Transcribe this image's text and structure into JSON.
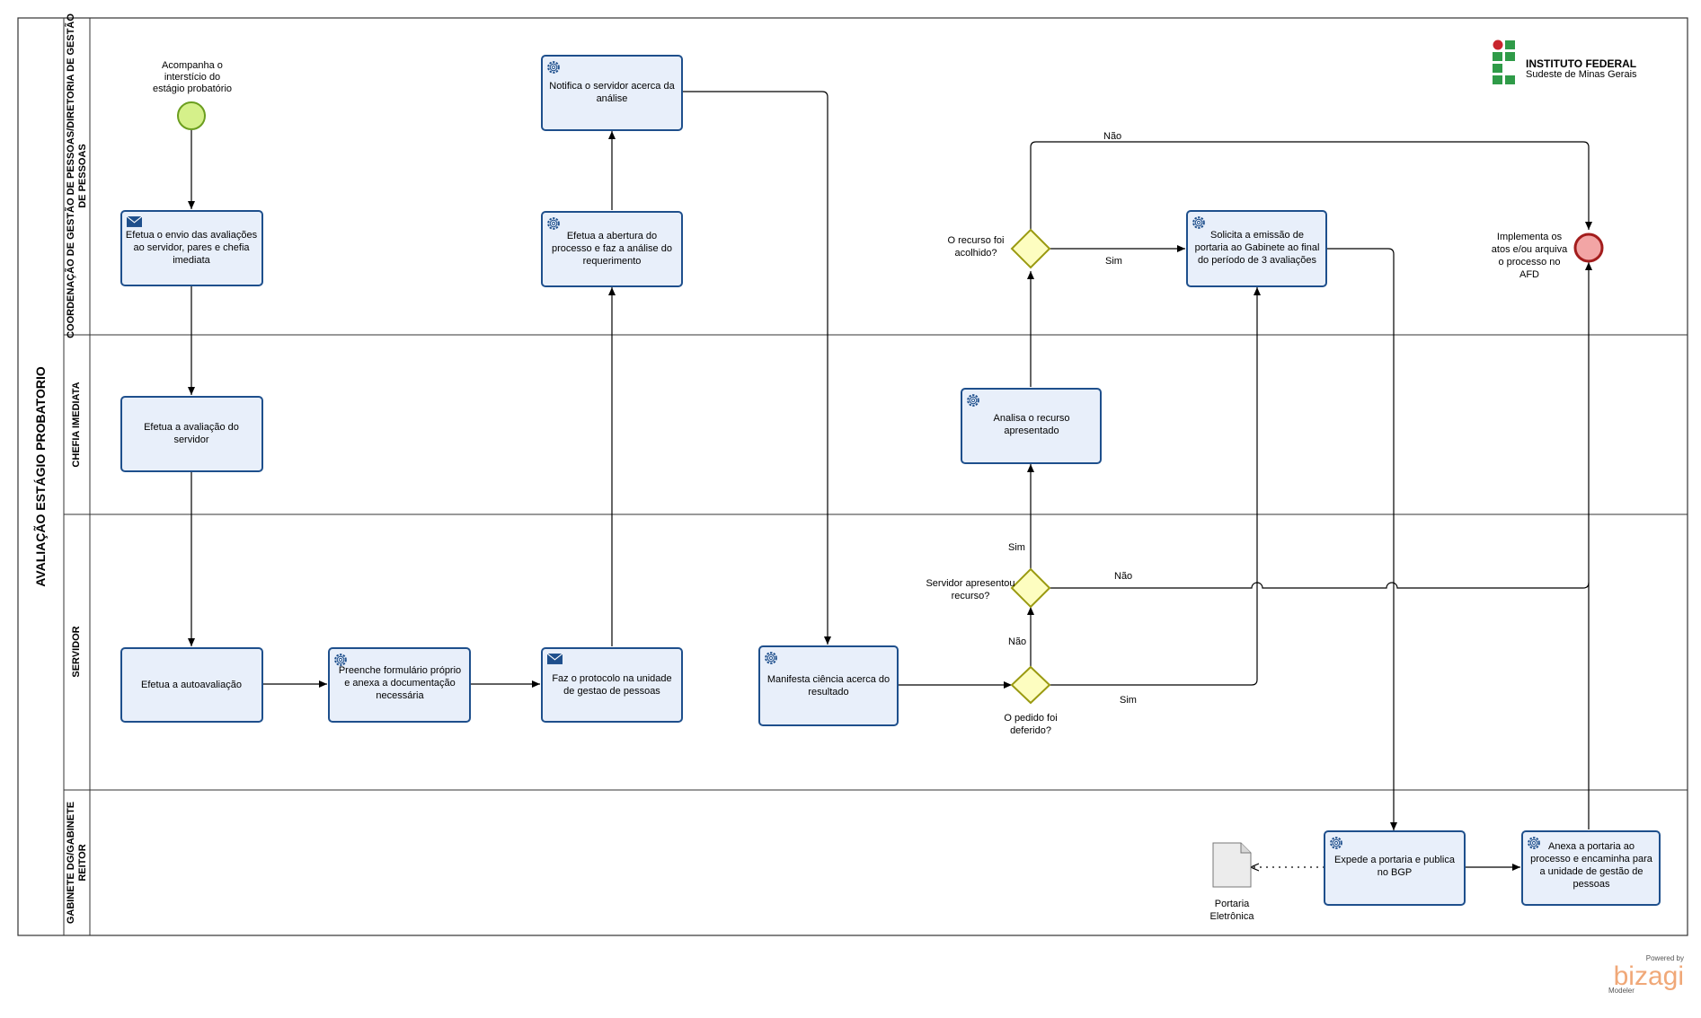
{
  "pool": {
    "title": "AVALIAÇÃO ESTÁGIO PROBATORIO"
  },
  "lanes": [
    {
      "id": "coord",
      "lines": [
        "COORDENAÇÃO DE GESTÃO DE PESSOAS/DIRETORIA DE GESTÃO",
        "DE PESSOAS"
      ]
    },
    {
      "id": "chefia",
      "lines": [
        "CHEFIA IMEDIATA"
      ]
    },
    {
      "id": "servidor",
      "lines": [
        "SERVIDOR"
      ]
    },
    {
      "id": "gabinete",
      "lines": [
        "GABINETE DG/GABINETE",
        "REITOR"
      ]
    }
  ],
  "start_event": {
    "lines": [
      "Acompanha o",
      "interstício do",
      "estágio probatório"
    ]
  },
  "end_event": {
    "lines": [
      "Implementa os",
      "atos e/ou arquiva",
      "o processo no",
      "AFD"
    ]
  },
  "tasks": [
    {
      "id": "t_envio",
      "icon": "envelope-icon",
      "lines": [
        "Efetua o envio das avaliações",
        "ao servidor, pares e chefia",
        "imediata"
      ]
    },
    {
      "id": "t_aval_servidor",
      "icon": "none",
      "lines": [
        "Efetua a avaliação do",
        "servidor"
      ]
    },
    {
      "id": "t_autoaval",
      "icon": "none",
      "lines": [
        "Efetua a autoavaliação"
      ]
    },
    {
      "id": "t_preenche",
      "icon": "gear-icon",
      "lines": [
        "Preenche formulário próprio",
        "e anexa a documentação",
        "necessária"
      ]
    },
    {
      "id": "t_protocolo",
      "icon": "envelope-icon",
      "lines": [
        "Faz o protocolo na unidade",
        "de gestao de pessoas"
      ]
    },
    {
      "id": "t_abertura",
      "icon": "gear-icon",
      "lines": [
        "Efetua a abertura do",
        "processo e faz a análise do",
        "requerimento"
      ]
    },
    {
      "id": "t_notifica",
      "icon": "gear-icon",
      "lines": [
        "Notifica o servidor acerca da",
        "análise"
      ]
    },
    {
      "id": "t_manifesta",
      "icon": "gear-icon",
      "lines": [
        "Manifesta ciência acerca do",
        "resultado"
      ]
    },
    {
      "id": "t_analisa",
      "icon": "gear-icon",
      "lines": [
        "Analisa o recurso",
        "apresentado"
      ]
    },
    {
      "id": "t_solicita",
      "icon": "gear-icon",
      "lines": [
        "Solicita a emissão de",
        "portaria ao Gabinete ao final",
        "do período de 3 avaliações"
      ]
    },
    {
      "id": "t_expede",
      "icon": "gear-icon",
      "lines": [
        "Expede a portaria e publica",
        "no BGP"
      ]
    },
    {
      "id": "t_anexa",
      "icon": "gear-icon",
      "lines": [
        "Anexa a portaria ao",
        "processo e encaminha para",
        "a unidade de gestão de",
        "pessoas"
      ]
    }
  ],
  "gateways": [
    {
      "id": "g_deferido",
      "lines": [
        "O pedido foi",
        "deferido?"
      ]
    },
    {
      "id": "g_recurso",
      "lines": [
        "Servidor apresentou",
        "recurso?"
      ]
    },
    {
      "id": "g_acolhido",
      "lines": [
        "O recurso foi",
        "acolhido?"
      ]
    }
  ],
  "flow_labels": {
    "deferido_sim": "Sim",
    "deferido_nao": "Não",
    "recurso_sim": "Sim",
    "recurso_nao": "Não",
    "acolhido_sim": "Sim",
    "acolhido_nao": "Não"
  },
  "artifact": {
    "icon": "document-icon",
    "lines": [
      "Portaria",
      "Eletrônica"
    ]
  },
  "logo": {
    "title": "INSTITUTO FEDERAL",
    "subtitle": "Sudeste de Minas Gerais"
  },
  "powered_by": {
    "small": "Powered by",
    "brand": "bizagi",
    "product": "Modeler"
  },
  "colors": {
    "task_fill": "#e8effa",
    "task_stroke": "#1e4f8c",
    "start_fill": "#d5f08a",
    "start_stroke": "#6b9e1f",
    "end_fill": "#f2a5a5",
    "end_stroke": "#a31d1d",
    "gateway_fill": "#fdfdc0",
    "gateway_stroke": "#9a9a10",
    "logo_green": "#2f9b48",
    "logo_red": "#c8252d"
  }
}
